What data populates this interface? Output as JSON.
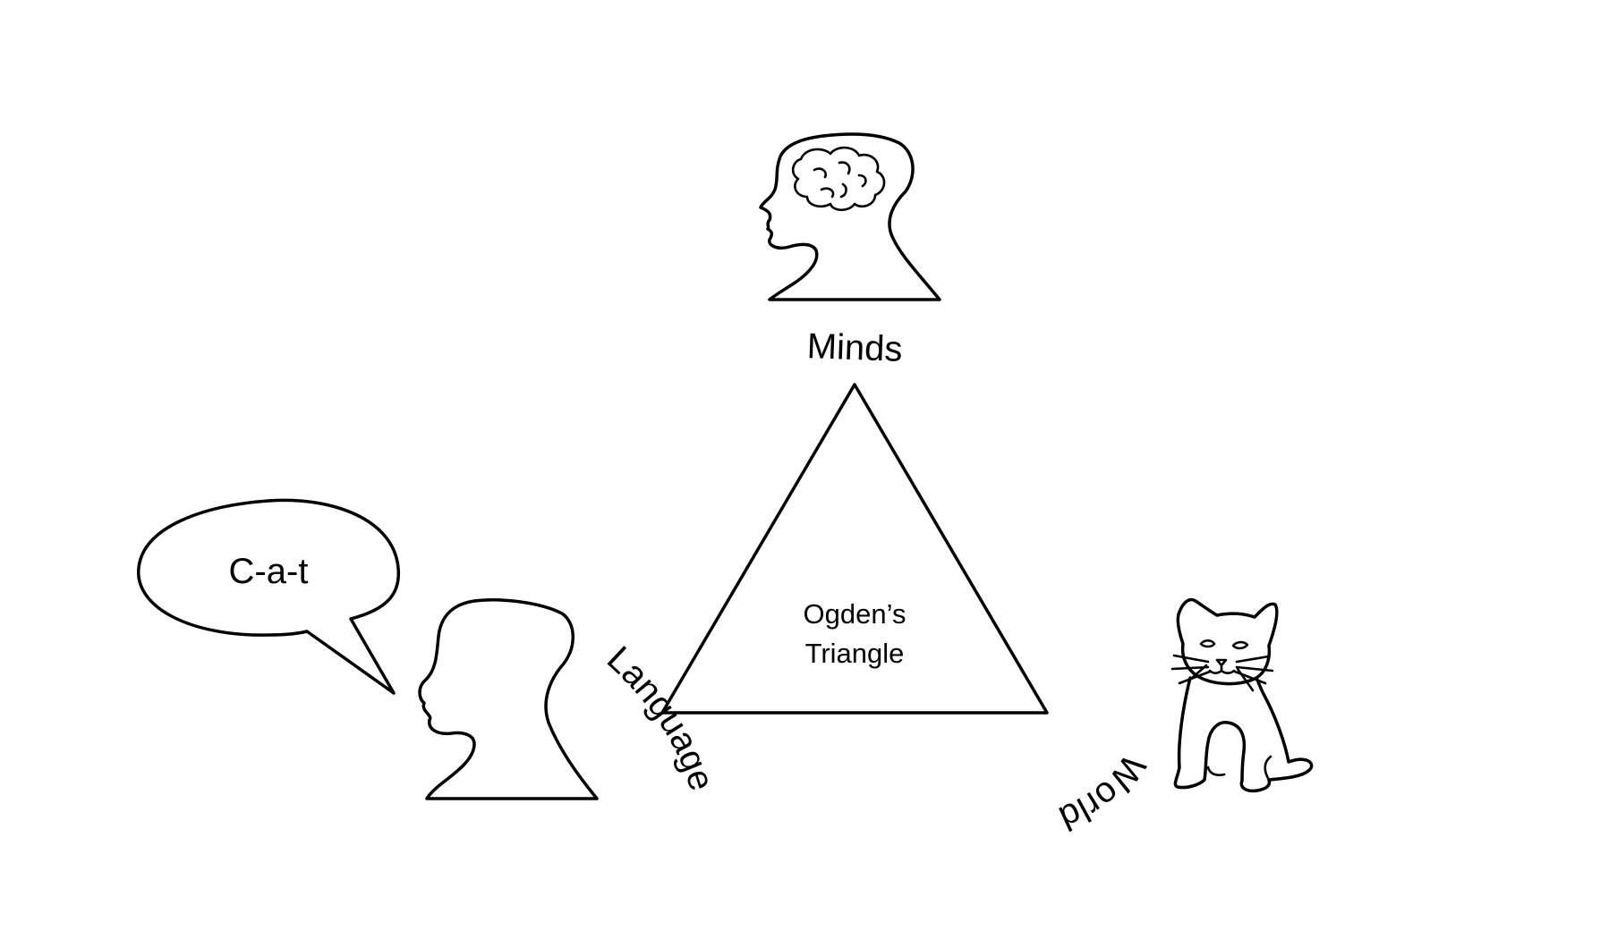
{
  "diagram": {
    "center_line1": "Ogden’s",
    "center_line2": "Triangle",
    "top_label": "Minds",
    "left_label": "Language",
    "right_label": "World",
    "speech_text": "C-a-t"
  },
  "icons": {
    "top": "thinking-head-brain-icon",
    "left": "speaking-head-icon",
    "right": "cat-icon",
    "bubble": "speech-bubble"
  }
}
